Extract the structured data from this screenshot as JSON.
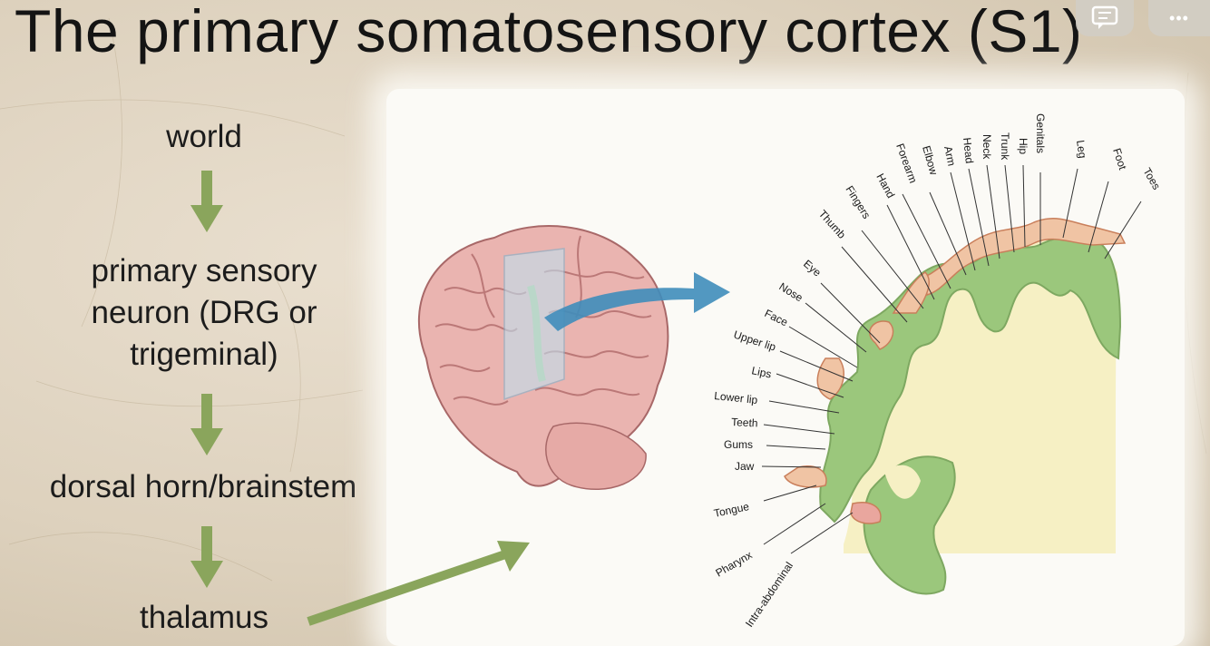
{
  "slide": {
    "title": "The primary somatosensory cortex (S1)"
  },
  "pathway": {
    "steps": [
      {
        "label": "world"
      },
      {
        "label_lines": [
          "primary sensory",
          "neuron (DRG or",
          "trigeminal)"
        ]
      },
      {
        "label": "dorsal horn/brainstem"
      },
      {
        "label": "thalamus"
      }
    ]
  },
  "homunculus": {
    "upper_labels": [
      "Genitals",
      "Toes",
      "Foot",
      "Leg",
      "Hip",
      "Trunk",
      "Neck",
      "Head",
      "Arm",
      "Elbow",
      "Forearm",
      "Hand",
      "Fingers",
      "Thumb"
    ],
    "lower_labels": [
      "Eye",
      "Nose",
      "Face",
      "Upper lip",
      "Lips",
      "Lower lip",
      "Teeth",
      "Gums",
      "Jaw",
      "Tongue",
      "Pharynx",
      "Intra-abdominal"
    ]
  },
  "overlay": {
    "comment_icon": "comment-icon",
    "more_icon": "more-icon",
    "more_glyph": "•••"
  },
  "colors": {
    "arrow_green": "#8aa55c",
    "cortex_green": "#9bc77c",
    "cortex_fill": "#f6f0c4",
    "brain_pink": "#e7a7a7",
    "blue_arrow": "#3f8dbb"
  }
}
